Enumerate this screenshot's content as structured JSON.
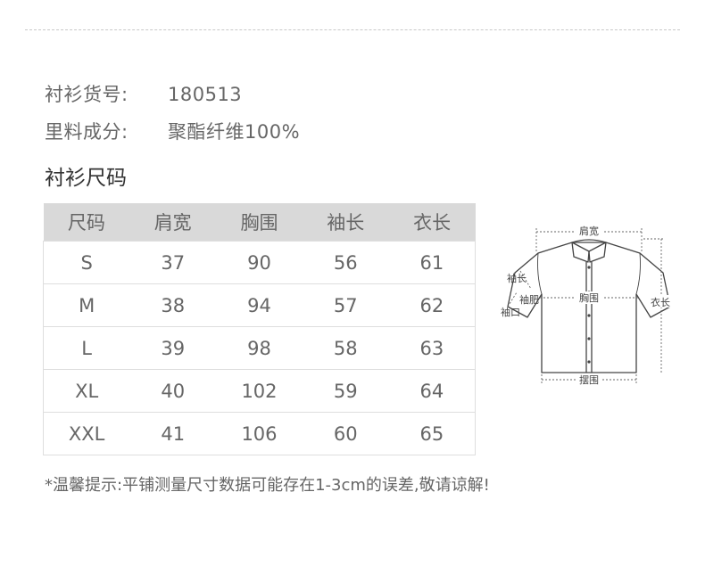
{
  "info": {
    "item_no_label": "衬衫货号:",
    "item_no_value": "180513",
    "material_label": "里料成分:",
    "material_value": "聚酯纤维100%"
  },
  "section_title": "衬衫尺码",
  "table": {
    "headers": [
      "尺码",
      "肩宽",
      "胸围",
      "袖长",
      "衣长"
    ],
    "rows": [
      [
        "S",
        "37",
        "90",
        "56",
        "61"
      ],
      [
        "M",
        "38",
        "94",
        "57",
        "62"
      ],
      [
        "L",
        "39",
        "98",
        "58",
        "63"
      ],
      [
        "XL",
        "40",
        "102",
        "59",
        "64"
      ],
      [
        "XXL",
        "41",
        "106",
        "60",
        "65"
      ]
    ]
  },
  "diagram": {
    "shoulder": "肩宽",
    "sleeve_length": "袖长",
    "sleeve_width": "袖肥",
    "cuff": "袖口",
    "chest": "胸围",
    "length": "衣长",
    "hem": "摆围"
  },
  "note": "*温馨提示:平铺测量尺寸数据可能存在1-3cm的误差,敬请谅解!"
}
